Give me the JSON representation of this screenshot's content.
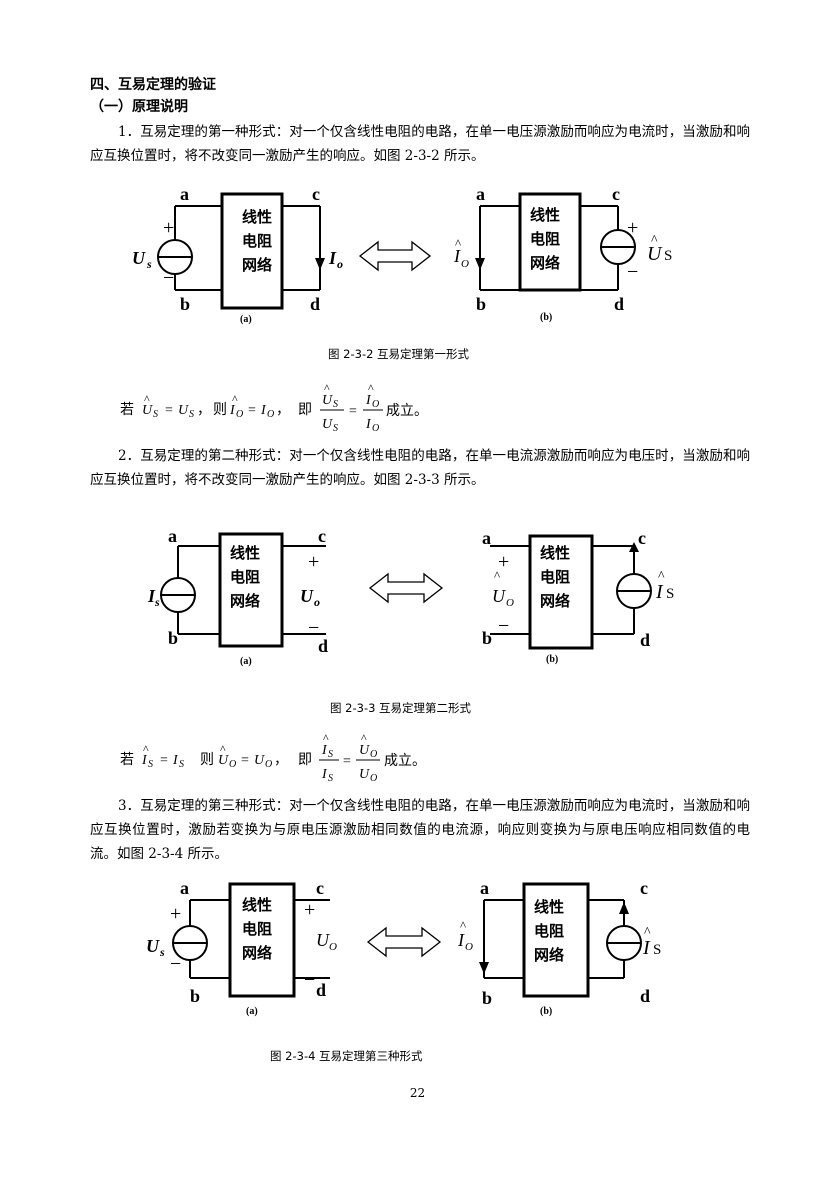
{
  "section_title": "四、互易定理的验证",
  "subsection_title": "（一）原理说明",
  "paragraphs": {
    "p1": "1．互易定理的第一种形式：对一个仅含线性电阻的电路，在单一电压源激励而响应为电流时，当激励和响应互换位置时，将不改变同一激励产生的响应。如图 2-3-2 所示。",
    "p2": "2．互易定理的第二种形式：对一个仅含线性电阻的电路，在单一电流源激励而响应为电压时，当激励和响应互换位置时，将不改变同一激励产生的响应。如图 2-3-3 所示。",
    "p3": "3．互易定理的第三种形式：对一个仅含线性电阻的电路，在单一电压源激励而响应为电流时，当激励和响应互换位置时，激励若变换为与原电压源激励相同数值的电流源，响应则变换为与原电压响应相同数值的电流。如图 2-3-4 所示。"
  },
  "network_label": [
    "线性",
    "电阻",
    "网络"
  ],
  "terminals": {
    "a": "a",
    "b": "b",
    "c": "c",
    "d": "d"
  },
  "sub_labels": {
    "a": "(a)",
    "b": "(b)"
  },
  "figures": {
    "fig1": {
      "caption": "图 2-3-2 互易定理第一形式",
      "left_source": "U",
      "left_source_sub": "s",
      "left_response": "I",
      "left_response_sub": "o",
      "right_response": "I",
      "right_response_sub": "O",
      "right_source": "U",
      "right_source_sub": "S"
    },
    "fig2": {
      "caption": "图 2-3-3 互易定理第二形式",
      "left_source": "I",
      "left_source_sub": "s",
      "left_response": "U",
      "left_response_sub": "o",
      "right_response": "U",
      "right_response_sub": "O",
      "right_source": "I",
      "right_source_sub": "S"
    },
    "fig3": {
      "caption": "图 2-3-4 互易定理第三种形式",
      "left_source": "U",
      "left_source_sub": "s",
      "left_response": "U",
      "left_response_sub": "O",
      "right_response": "I",
      "right_response_sub": "O",
      "right_source": "I",
      "right_source_sub": "S"
    }
  },
  "formulas": {
    "f1": {
      "ruo": "若",
      "cond_lhs": "U",
      "cond_lhs_sub": "S",
      "cond_rhs": "U",
      "cond_rhs_sub": "S",
      "ze": "则",
      "res_lhs": "I",
      "res_lhs_sub": "O",
      "res_rhs": "I",
      "res_rhs_sub": "O",
      "ji": "即",
      "frac1_num": "U",
      "frac1_num_sub": "S",
      "frac1_den": "U",
      "frac1_den_sub": "S",
      "frac2_num": "I",
      "frac2_num_sub": "O",
      "frac2_den": "I",
      "frac2_den_sub": "O",
      "chengli": "成立。"
    },
    "f2": {
      "ruo": "若",
      "cond_lhs": "I",
      "cond_lhs_sub": "S",
      "cond_rhs": "I",
      "cond_rhs_sub": "S",
      "ze": "则",
      "res_lhs": "U",
      "res_lhs_sub": "O",
      "res_rhs": "U",
      "res_rhs_sub": "O",
      "ji": "即",
      "frac1_num": "I",
      "frac1_num_sub": "S",
      "frac1_den": "I",
      "frac1_den_sub": "S",
      "frac2_num": "U",
      "frac2_num_sub": "O",
      "frac2_den": "U",
      "frac2_den_sub": "O",
      "chengli": "成立。"
    }
  },
  "symbols": {
    "plus": "+",
    "minus": "−",
    "hat": "^",
    "eq": "=",
    "comma": "，"
  },
  "page_number": "22"
}
